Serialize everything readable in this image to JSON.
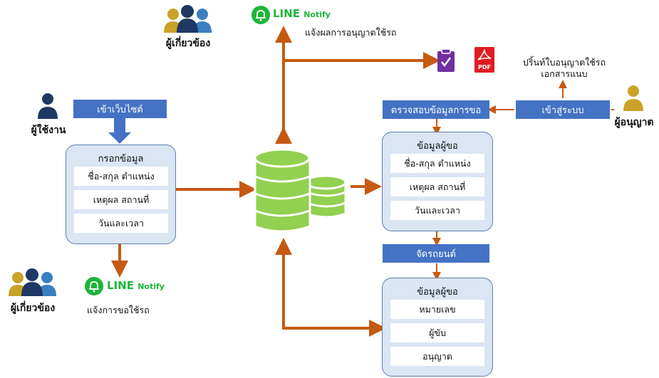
{
  "colors": {
    "arrow": "#c55a11",
    "bar": "#4472c4",
    "panel": "#dbe5f3",
    "line_green": "#1db53a",
    "db_green": "#92d050"
  },
  "users": {
    "user_label": "ผู้ใช้งาน",
    "related_top_label": "ผู้เกี่ยวข้อง",
    "related_bottom_label": "ผู้เกี่ยวข้อง",
    "approver_label": "ผู้อนุญาต"
  },
  "line_notify": {
    "brand": "LINE",
    "suffix": "Notify",
    "top_text": "แจ้งผลการอนุญาตใช้รถ",
    "bottom_text": "แจ้งการขอใช้รถ"
  },
  "left": {
    "website_bar": "เข้าเว็บไซต์",
    "form_title": "กรอกข้อมูล",
    "fields": [
      "ชื่อ-สกุล ตำแหน่ง",
      "เหตุผล สถานที่",
      "วันและเวลา"
    ]
  },
  "right": {
    "check_bar": "ตรวจสอบข้อมูลการขอ",
    "login_bar": "เข้าสู่ระบบ",
    "print_text_line1": "ปริ้นท์ใบอนุญาตใช้รถ",
    "print_text_line2": "เอกสารแนบ",
    "applicant_title": "ข้อมูลผู้ขอ",
    "applicant_fields": [
      "ชื่อ-สกุล ตำแหน่ง",
      "เหตุผล สถานที่",
      "วันและเวลา"
    ],
    "arrange_bar": "จัดรถยนต์",
    "result_title": "ข้อมูลผู้ขอ",
    "result_fields": [
      "หมายเลข",
      "ผู้ขับ",
      "อนุญาต"
    ]
  },
  "icons": {
    "pdf_label": "PDF"
  }
}
